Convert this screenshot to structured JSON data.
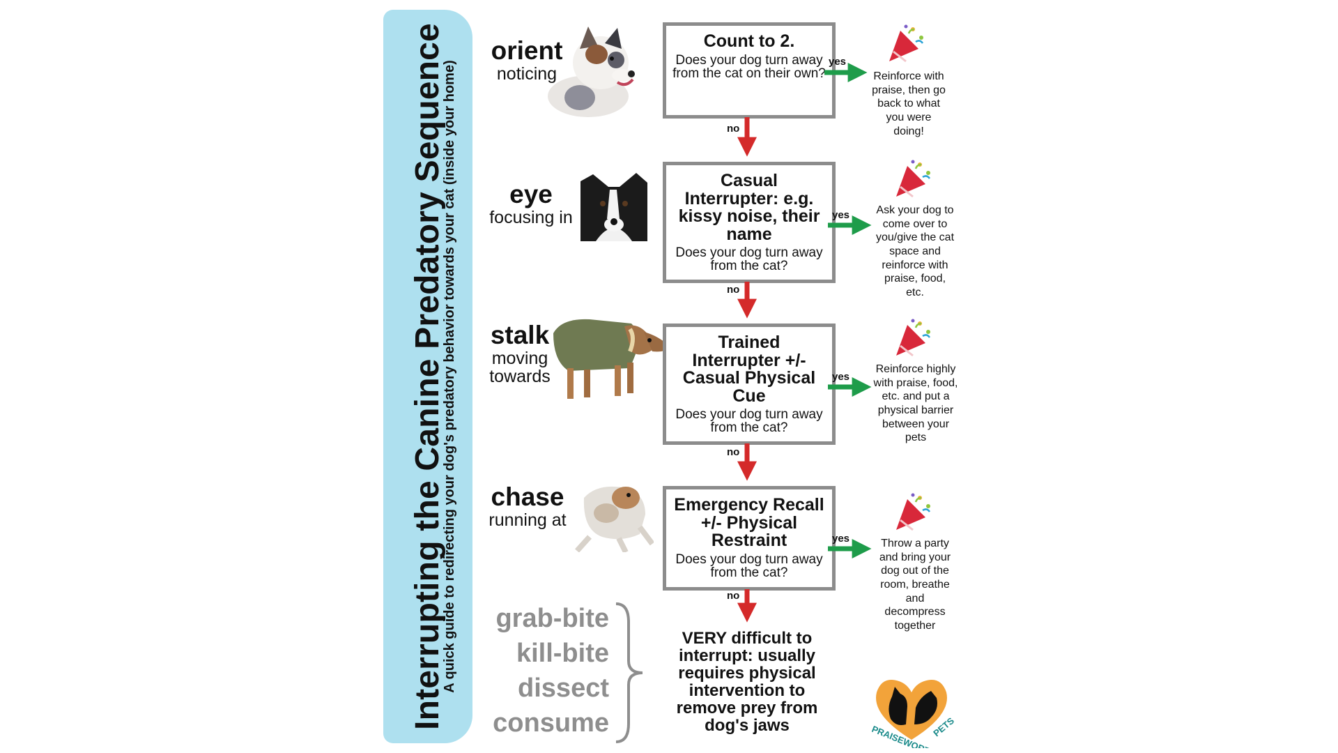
{
  "title": "Interrupting the Canine Predatory Sequence",
  "subtitle": "A quick guide to redirecting your dog's predatory behavior towards your cat (inside your home)",
  "stages": [
    {
      "name": "orient",
      "desc": "noticing"
    },
    {
      "name": "eye",
      "desc": "focusing in"
    },
    {
      "name": "stalk",
      "desc": "moving towards"
    },
    {
      "name": "chase",
      "desc": "running at"
    }
  ],
  "steps": [
    {
      "title": "Count to 2.",
      "question": "Does your dog turn away from the cat on their own?",
      "outcome": "Reinforce with praise, then go back to what you were doing!"
    },
    {
      "title": "Casual Interrupter: e.g. kissy noise, their name",
      "question": "Does your dog turn away from the cat?",
      "outcome": "Ask your dog to come over to you/give the cat space and reinforce with praise, food, etc."
    },
    {
      "title": "Trained Interrupter +/- Casual Physical Cue",
      "question": "Does your dog turn away from the cat?",
      "outcome": "Reinforce highly with praise, food, etc. and put a physical barrier between your pets"
    },
    {
      "title": "Emergency Recall +/- Physical Restraint",
      "question": "Does your dog turn away from the cat?",
      "outcome": "Throw a party and bring your dog out of the room, breathe and decompress together"
    }
  ],
  "labels": {
    "yes": "yes",
    "no": "no"
  },
  "late_stages": [
    "grab-bite",
    "kill-bite",
    "dissect",
    "consume"
  ],
  "final_text": "VERY difficult to interrupt: usually requires physical intervention to remove prey from dog's jaws",
  "logo": {
    "line1": "PRAISEWORTHY",
    "line2": "PETS"
  },
  "colors": {
    "banner": "#aee0ef",
    "yes_arrow": "#1e9c4a",
    "no_arrow": "#d42a2a",
    "box_border": "#8c8c8c",
    "late_text": "#8e8e8e",
    "logo_orange": "#f2a33a"
  }
}
